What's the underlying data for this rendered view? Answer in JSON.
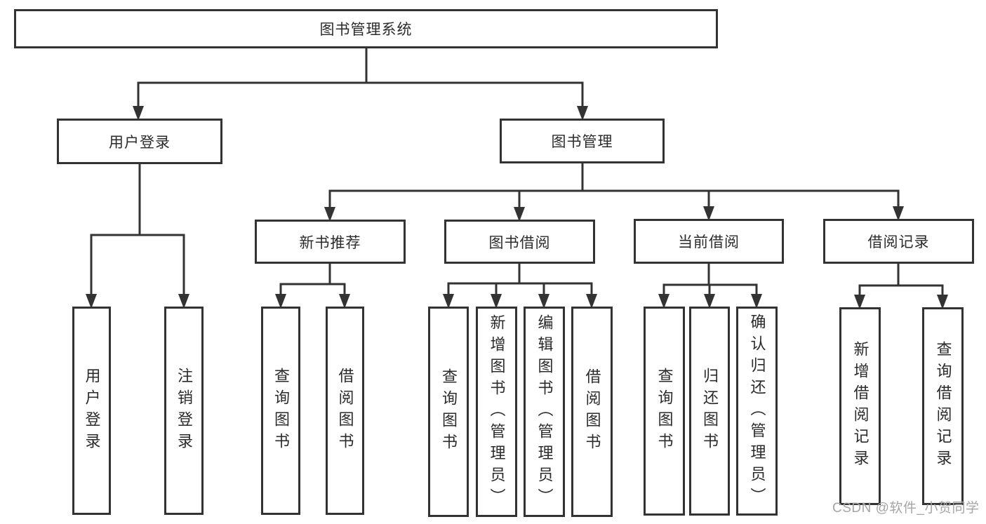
{
  "diagram": {
    "root": {
      "label": "图书管理系统"
    },
    "level2": {
      "user_login": {
        "label": "用户登录"
      },
      "book_mgmt": {
        "label": "图书管理"
      }
    },
    "level3": {
      "new_books": {
        "label": "新书推荐"
      },
      "book_borrow": {
        "label": "图书借阅"
      },
      "current_borrow": {
        "label": "当前借阅"
      },
      "borrow_records": {
        "label": "借阅记录"
      }
    },
    "leaves": {
      "user_login_leaf": {
        "label": "用户登录"
      },
      "logout": {
        "label": "注销登录"
      },
      "nb_query": {
        "label": "查询图书"
      },
      "nb_borrow": {
        "label": "借阅图书"
      },
      "bb_query": {
        "label": "查询图书"
      },
      "bb_add": {
        "label": "新增图书（管理员）"
      },
      "bb_edit": {
        "label": "编辑图书（管理员）"
      },
      "bb_borrow": {
        "label": "借阅图书"
      },
      "cb_query": {
        "label": "查询图书"
      },
      "cb_return": {
        "label": "归还图书"
      },
      "cb_confirm": {
        "label": "确认归还（管理员）"
      },
      "br_add": {
        "label": "新增借阅记录"
      },
      "br_query": {
        "label": "查询借阅记录"
      }
    }
  },
  "watermark": {
    "text": "CSDN @软件_小贺同学"
  },
  "colors": {
    "line": "#333333",
    "text": "#2b2b2b",
    "watermark": "#a5a5a5",
    "background": "#ffffff"
  }
}
